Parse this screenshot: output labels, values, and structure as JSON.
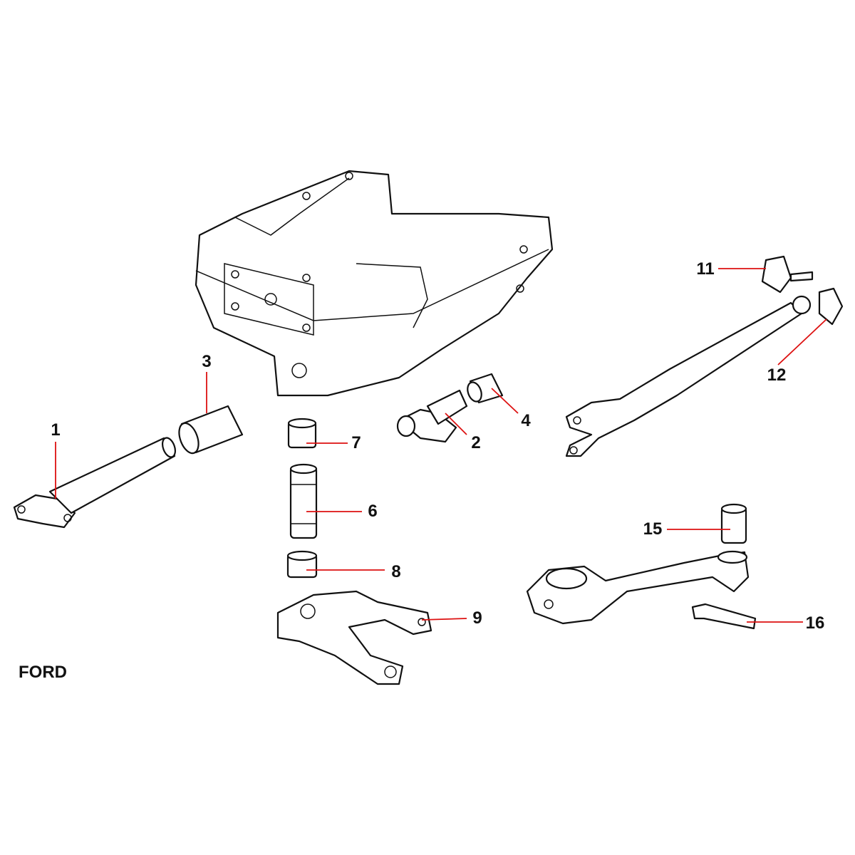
{
  "brand": "FORD",
  "callouts": [
    {
      "id": "1",
      "label": "1"
    },
    {
      "id": "2",
      "label": "2"
    },
    {
      "id": "3",
      "label": "3"
    },
    {
      "id": "4",
      "label": "4"
    },
    {
      "id": "6",
      "label": "6"
    },
    {
      "id": "7",
      "label": "7"
    },
    {
      "id": "8",
      "label": "8"
    },
    {
      "id": "9",
      "label": "9"
    },
    {
      "id": "11",
      "label": "11"
    },
    {
      "id": "12",
      "label": "12"
    },
    {
      "id": "15",
      "label": "15"
    },
    {
      "id": "16",
      "label": "16"
    }
  ],
  "colors": {
    "leader": "#dd1111",
    "line": "#111111"
  }
}
